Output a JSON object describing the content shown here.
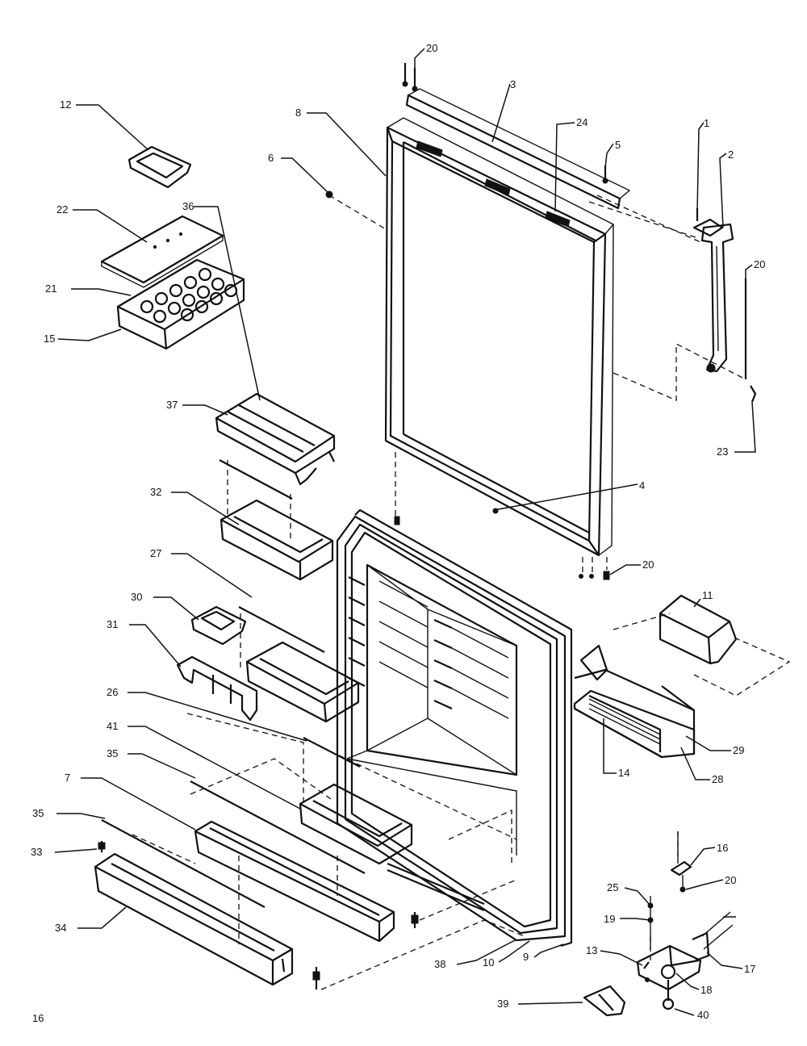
{
  "page_number": "16",
  "callouts": [
    {
      "id": "c1",
      "text": "1"
    },
    {
      "id": "c2",
      "text": "2"
    },
    {
      "id": "c3",
      "text": "3"
    },
    {
      "id": "c4",
      "text": "4"
    },
    {
      "id": "c5",
      "text": "5"
    },
    {
      "id": "c6",
      "text": "6"
    },
    {
      "id": "c7",
      "text": "7"
    },
    {
      "id": "c8",
      "text": "8"
    },
    {
      "id": "c9",
      "text": "9"
    },
    {
      "id": "c10",
      "text": "10"
    },
    {
      "id": "c11",
      "text": "11"
    },
    {
      "id": "c12",
      "text": "12"
    },
    {
      "id": "c13",
      "text": "13"
    },
    {
      "id": "c14",
      "text": "14"
    },
    {
      "id": "c15",
      "text": "15"
    },
    {
      "id": "c16",
      "text": "16"
    },
    {
      "id": "c17",
      "text": "17"
    },
    {
      "id": "c18",
      "text": "18"
    },
    {
      "id": "c19",
      "text": "19"
    },
    {
      "id": "c20a",
      "text": "20"
    },
    {
      "id": "c20b",
      "text": "20"
    },
    {
      "id": "c20c",
      "text": "20"
    },
    {
      "id": "c20d",
      "text": "20"
    },
    {
      "id": "c21",
      "text": "21"
    },
    {
      "id": "c22",
      "text": "22"
    },
    {
      "id": "c23",
      "text": "23"
    },
    {
      "id": "c24",
      "text": "24"
    },
    {
      "id": "c25",
      "text": "25"
    },
    {
      "id": "c26",
      "text": "26"
    },
    {
      "id": "c27",
      "text": "27"
    },
    {
      "id": "c28",
      "text": "28"
    },
    {
      "id": "c29",
      "text": "29"
    },
    {
      "id": "c30",
      "text": "30"
    },
    {
      "id": "c31",
      "text": "31"
    },
    {
      "id": "c32",
      "text": "32"
    },
    {
      "id": "c33",
      "text": "33"
    },
    {
      "id": "c34",
      "text": "34"
    },
    {
      "id": "c35a",
      "text": "35"
    },
    {
      "id": "c35b",
      "text": "35"
    },
    {
      "id": "c36",
      "text": "36"
    },
    {
      "id": "c37",
      "text": "37"
    },
    {
      "id": "c38",
      "text": "38"
    },
    {
      "id": "c39",
      "text": "39"
    },
    {
      "id": "c40",
      "text": "40"
    },
    {
      "id": "c41",
      "text": "41"
    }
  ]
}
